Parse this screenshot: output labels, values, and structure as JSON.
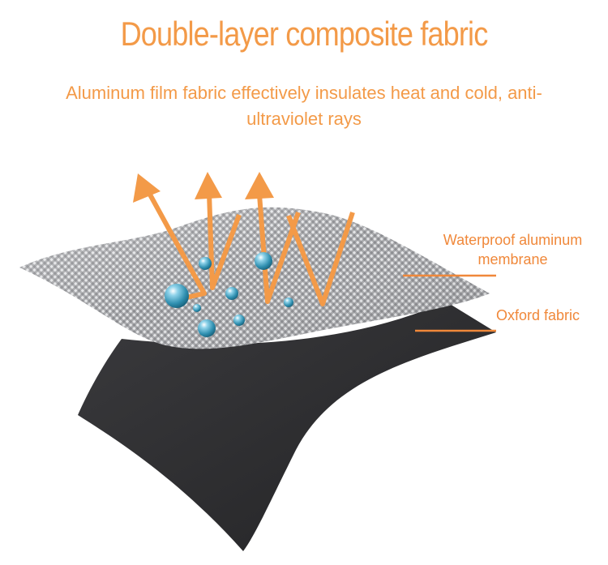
{
  "title": "Double-layer composite fabric",
  "subtitle": "Aluminum film fabric effectively insulates heat and cold, anti-ultraviolet rays",
  "labels": {
    "membrane": "Waterproof aluminum membrane",
    "oxford": "Oxford fabric"
  },
  "colors": {
    "accent": "#f39a48",
    "oxford": "#2e2e30",
    "membrane": "#b4b5b8",
    "droplet": "#2f8fb0"
  }
}
